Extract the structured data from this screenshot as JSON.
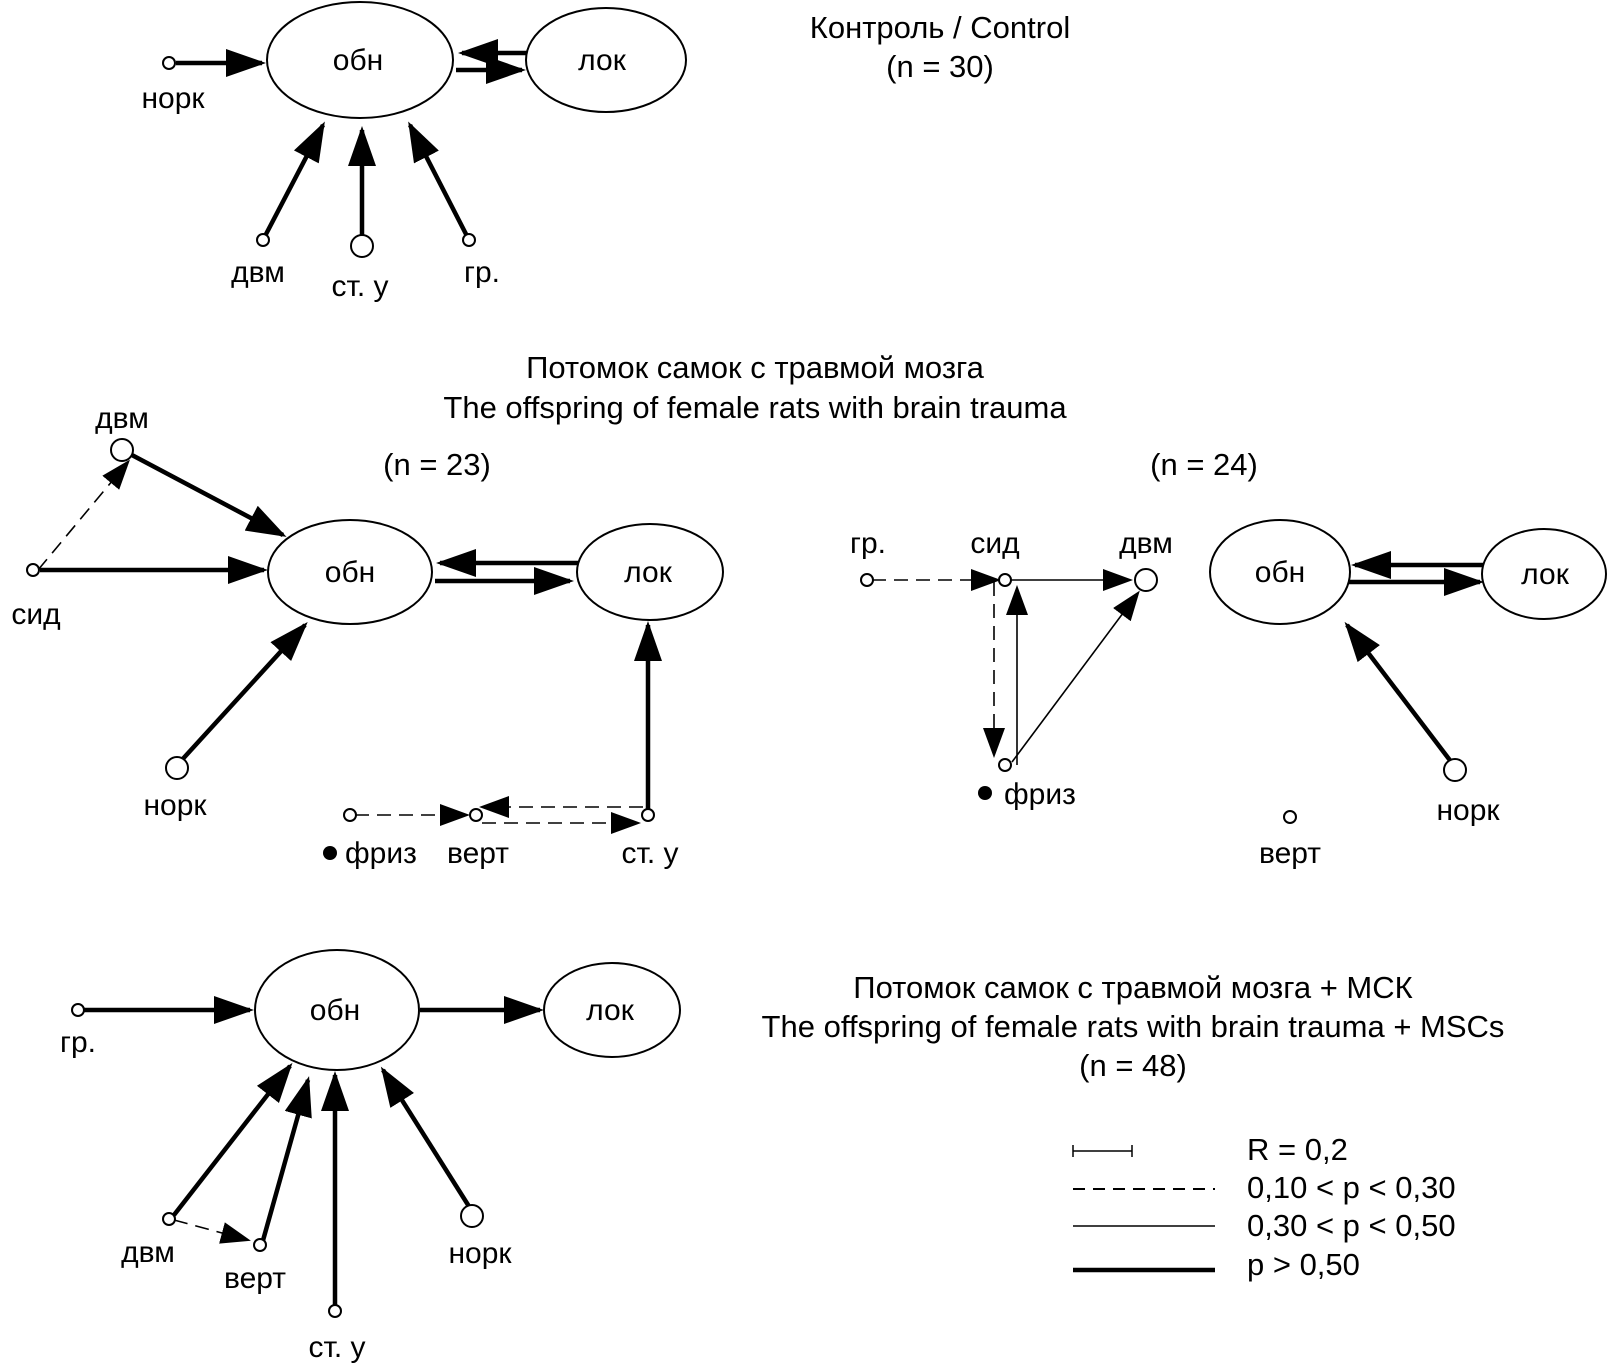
{
  "panels": {
    "control": {
      "title": "Контроль / Control",
      "n_label": "(n = 30)",
      "n_value": "30",
      "main_nodes": {
        "obn": "обн",
        "lok": "лок"
      },
      "factors": {
        "nork": "норк",
        "dvm": "двм",
        "st_u": "ст. у",
        "gr": "гр."
      }
    },
    "trauma": {
      "title_ru": "Потомок самок с травмой мозга",
      "title_en": "The offspring of female rats with brain trauma",
      "left": {
        "n_label": "(n = 23)",
        "main_nodes": {
          "obn": "обн",
          "lok": "лок"
        },
        "factors": {
          "dvm": "двм",
          "sid": "сид",
          "nork": "норк",
          "friz": "фриз",
          "vert": "верт",
          "st_u": "ст. у"
        }
      },
      "right": {
        "n_label": "(n = 24)",
        "main_nodes": {
          "obn": "обн",
          "lok": "лок"
        },
        "factors": {
          "gr": "гр.",
          "sid": "сид",
          "dvm": "двм",
          "friz": "фриз",
          "nork": "норк",
          "vert": "верт"
        }
      }
    },
    "trauma_msc": {
      "title_ru": "Потомок самок с травмой мозга + МСК",
      "title_en": "The offspring of female rats with brain trauma + MSCs",
      "n_label": "(n = 48)",
      "main_nodes": {
        "obn": "обн",
        "lok": "лок"
      },
      "factors": {
        "gr": "гр.",
        "dvm": "двм",
        "vert": "верт",
        "st_u": "ст. у",
        "nork": "норк"
      }
    }
  },
  "legend": {
    "scale": "R = 0,2",
    "dashed": "0,10 < p < 0,30",
    "thin": "0,30 < p < 0,50",
    "thick": "p > 0,50"
  },
  "colors": {
    "ink": "#000000",
    "background": "#ffffff"
  }
}
